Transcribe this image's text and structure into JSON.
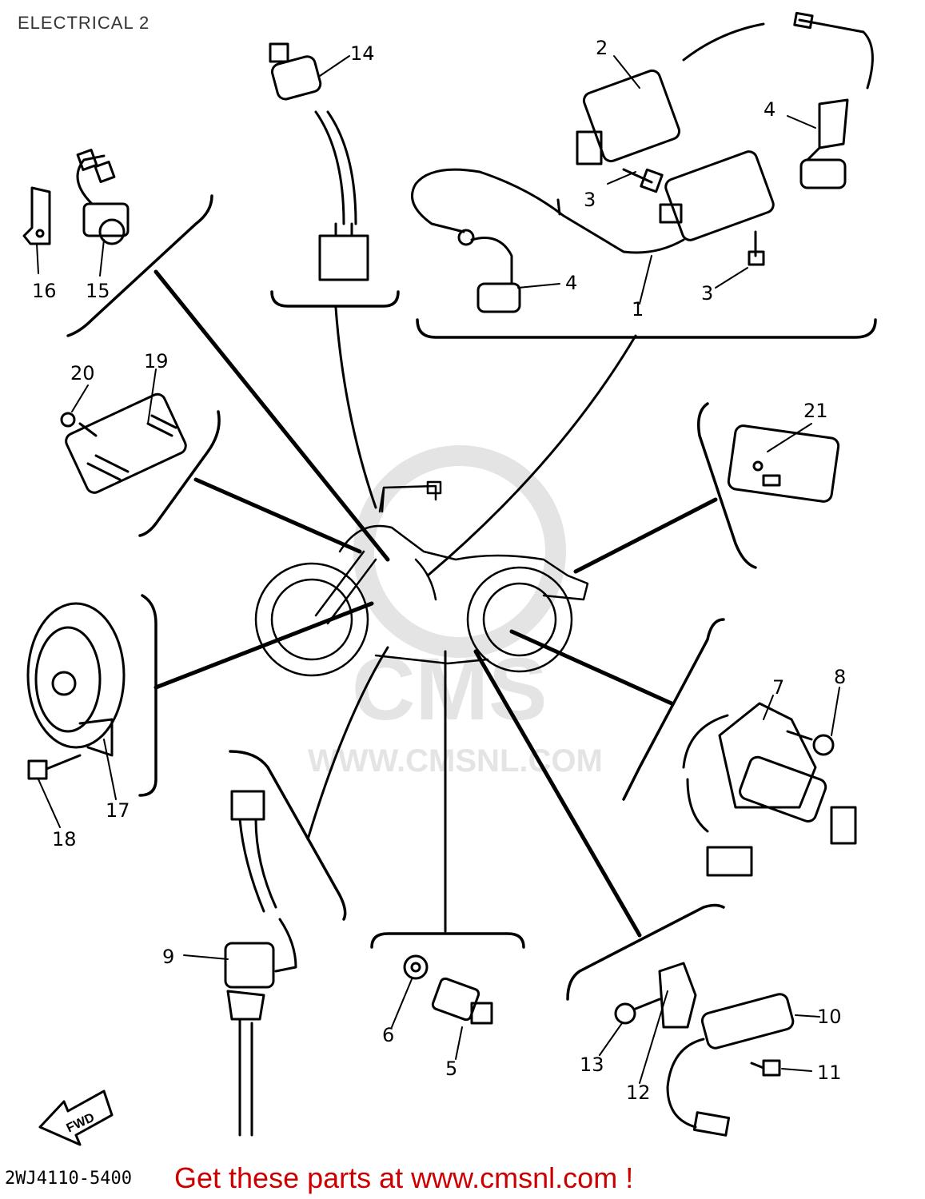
{
  "page": {
    "title": "ELECTRICAL 2",
    "diagram_code": "2WJ4110-5400",
    "promo_text": "Get these parts at www.cmsnl.com !",
    "watermark_main": "CMS",
    "watermark_url": "WWW.CMSNL.COM",
    "fwd_label": "FWD"
  },
  "callouts": [
    "1",
    "2",
    "3",
    "3",
    "4",
    "4",
    "5",
    "6",
    "7",
    "8",
    "9",
    "10",
    "11",
    "12",
    "13",
    "14",
    "15",
    "16",
    "17",
    "18",
    "19",
    "20",
    "21"
  ],
  "colors": {
    "ink": "#000000",
    "promo": "#cc0000",
    "watermark": "#e4e4e4"
  }
}
